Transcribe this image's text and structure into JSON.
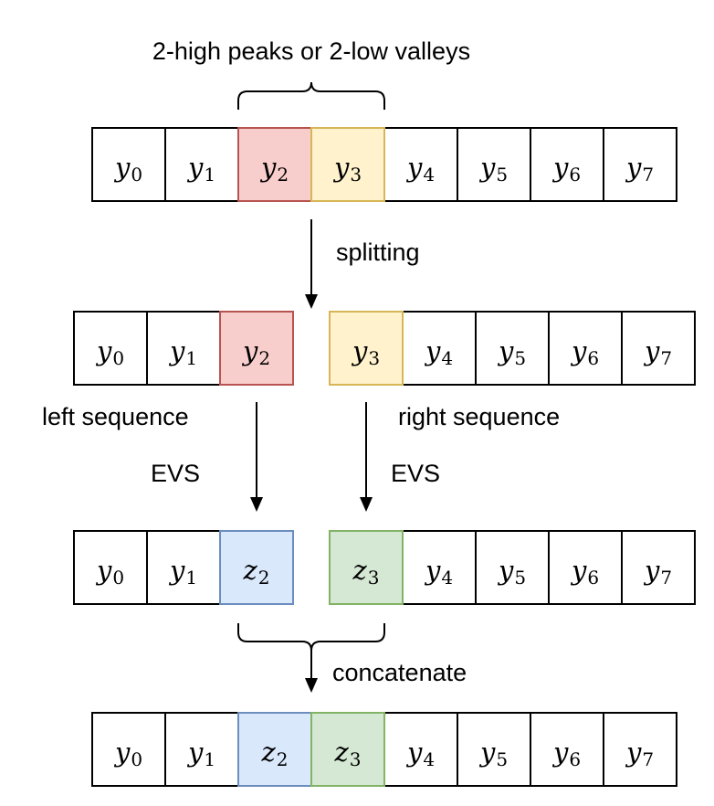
{
  "colors": {
    "default_fill": "#ffffff",
    "default_stroke": "#000000",
    "red_fill": "#f8cecc",
    "red_stroke": "#b85450",
    "yellow_fill": "#fff2cc",
    "yellow_stroke": "#d6b656",
    "blue_fill": "#dae8fc",
    "blue_stroke": "#6c8ebf",
    "green_fill": "#d5e8d4",
    "green_stroke": "#82b366"
  },
  "labels": {
    "top_brace": "2-high peaks or 2-low valleys",
    "splitting": "splitting",
    "left_sequence": "left sequence",
    "right_sequence": "right sequence",
    "evs_left": "EVS",
    "evs_right": "EVS",
    "concatenate": "concatenate"
  },
  "rows": [
    {
      "name": "input",
      "cells": [
        {
          "var": "y",
          "sub": "0",
          "color": "default"
        },
        {
          "var": "y",
          "sub": "1",
          "color": "default"
        },
        {
          "var": "y",
          "sub": "2",
          "color": "red"
        },
        {
          "var": "y",
          "sub": "3",
          "color": "yellow"
        },
        {
          "var": "y",
          "sub": "4",
          "color": "default"
        },
        {
          "var": "y",
          "sub": "5",
          "color": "default"
        },
        {
          "var": "y",
          "sub": "6",
          "color": "default"
        },
        {
          "var": "y",
          "sub": "7",
          "color": "default"
        }
      ]
    },
    {
      "name": "split",
      "cells": [
        {
          "var": "y",
          "sub": "0",
          "color": "default"
        },
        {
          "var": "y",
          "sub": "1",
          "color": "default"
        },
        {
          "var": "y",
          "sub": "2",
          "color": "red"
        },
        {
          "var": "y",
          "sub": "3",
          "color": "yellow"
        },
        {
          "var": "y",
          "sub": "4",
          "color": "default"
        },
        {
          "var": "y",
          "sub": "5",
          "color": "default"
        },
        {
          "var": "y",
          "sub": "6",
          "color": "default"
        },
        {
          "var": "y",
          "sub": "7",
          "color": "default"
        }
      ]
    },
    {
      "name": "evs",
      "cells": [
        {
          "var": "y",
          "sub": "0",
          "color": "default"
        },
        {
          "var": "y",
          "sub": "1",
          "color": "default"
        },
        {
          "var": "z",
          "sub": "2",
          "color": "blue"
        },
        {
          "var": "z",
          "sub": "3",
          "color": "green"
        },
        {
          "var": "y",
          "sub": "4",
          "color": "default"
        },
        {
          "var": "y",
          "sub": "5",
          "color": "default"
        },
        {
          "var": "y",
          "sub": "6",
          "color": "default"
        },
        {
          "var": "y",
          "sub": "7",
          "color": "default"
        }
      ]
    },
    {
      "name": "output",
      "cells": [
        {
          "var": "y",
          "sub": "0",
          "color": "default"
        },
        {
          "var": "y",
          "sub": "1",
          "color": "default"
        },
        {
          "var": "z",
          "sub": "2",
          "color": "blue"
        },
        {
          "var": "z",
          "sub": "3",
          "color": "green"
        },
        {
          "var": "y",
          "sub": "4",
          "color": "default"
        },
        {
          "var": "y",
          "sub": "5",
          "color": "default"
        },
        {
          "var": "y",
          "sub": "6",
          "color": "default"
        },
        {
          "var": "y",
          "sub": "7",
          "color": "default"
        }
      ]
    }
  ]
}
